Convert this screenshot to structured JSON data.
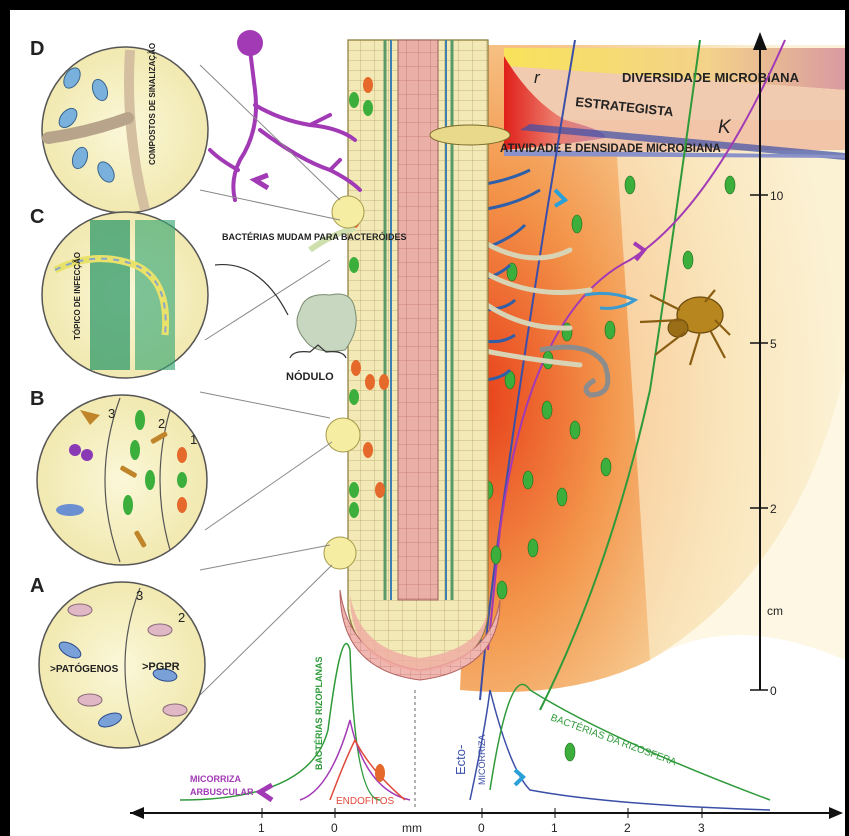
{
  "panels": {
    "D": {
      "letter": "D",
      "caption": "COMPOSTOS DE SINALIZAÇÃO"
    },
    "C": {
      "letter": "C",
      "caption": "TÓPICO DE INFECÇÃO"
    },
    "B": {
      "letter": "B",
      "zones": [
        "3",
        "2",
        "1"
      ]
    },
    "A": {
      "letter": "A",
      "zones": [
        "3",
        "2"
      ],
      "pathogens": ">PATÓGENOS",
      "pgpr": ">PGPR"
    }
  },
  "labels": {
    "bacteroids": "BACTÉRIAS MUDAM PARA BACTERÓIDES",
    "nodule": "NÓDULO",
    "diversity": "DIVERSIDADE MICROBIANA",
    "r": "r",
    "strategist": "ESTRATEGISTA",
    "k": "K",
    "activity": "ATIVIDADE E DENSIDADE MICROBIANA",
    "rhizo_bacteria": "BACTÉRIAS RIZOPLANAS",
    "endophytes": "ENDOFITOS",
    "arbuscular": "MICORRIZA ARBUSCULAR",
    "ecto": "Ecto-",
    "mycorrhiza": "MICORRIZA",
    "rhizosphere_bacteria": "BACTÉRIAS DA RIZOSFERA"
  },
  "axes": {
    "vertical_unit": "cm",
    "vertical_ticks": [
      "10",
      "5",
      "2",
      "0"
    ],
    "horizontal_unit": "mm",
    "horizontal_ticks_left": [
      "1",
      "0"
    ],
    "horizontal_ticks_right": [
      "0",
      "1",
      "2",
      "3"
    ]
  },
  "colors": {
    "mycorrhiza": "#a23ab5",
    "rhizo_green": "#2f9a3a",
    "ecto_blue": "#3b4fa8",
    "endo_red": "#e04a3a",
    "root_cream": "#f2e9b6",
    "root_pink": "#e89a9a"
  }
}
